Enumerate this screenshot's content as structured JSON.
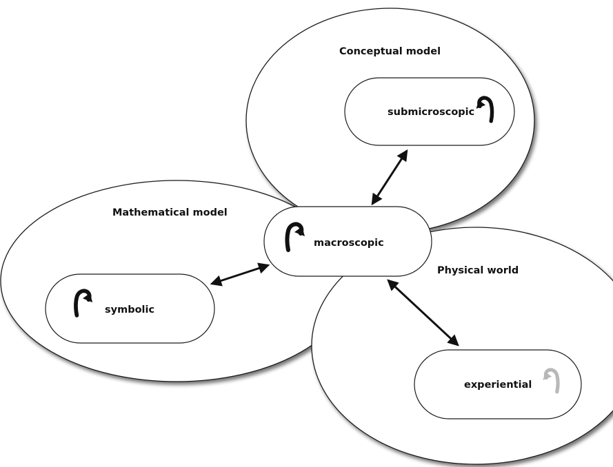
{
  "regions": [
    {
      "id": "conceptual",
      "title": "Conceptual model"
    },
    {
      "id": "mathematical",
      "title": "Mathematical model"
    },
    {
      "id": "physical",
      "title": "Physical world"
    }
  ],
  "nodes": {
    "submicroscopic": {
      "label": "submicroscopic",
      "icon": "curved-arrow-icon"
    },
    "macroscopic": {
      "label": "macroscopic",
      "icon": "curved-arrow-icon"
    },
    "symbolic": {
      "label": "symbolic",
      "icon": "curved-arrow-icon"
    },
    "experiential": {
      "label": "experiential",
      "icon": "curved-arrow-icon",
      "icon_color": "#b8b8b8"
    }
  },
  "colors": {
    "stroke": "#1a1a1a",
    "fill": "#ffffff",
    "shadow": "#9a9a9a",
    "arrow_dark": "#111111",
    "arrow_faded": "#b8b8b8"
  },
  "links": [
    {
      "from": "macroscopic",
      "to": "submicroscopic",
      "type": "bidirectional"
    },
    {
      "from": "macroscopic",
      "to": "symbolic",
      "type": "bidirectional"
    },
    {
      "from": "macroscopic",
      "to": "experiential",
      "type": "bidirectional"
    }
  ]
}
